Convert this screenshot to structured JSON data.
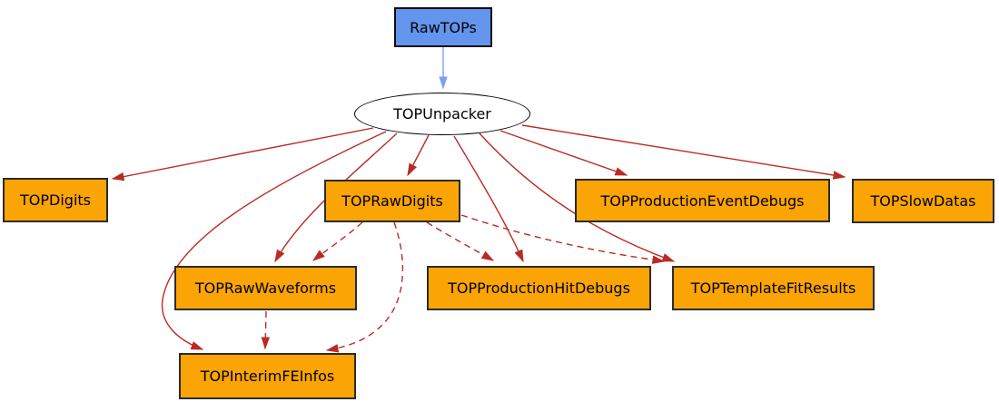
{
  "diagram_type": "dependency-graph",
  "colors": {
    "background": "#ffffff",
    "input_fill": "#6495ed",
    "module_fill": "#ffffff",
    "store_fill": "#fba405",
    "text": "#000000",
    "edge_red": "#ba2b24",
    "edge_blue": "#7d9ff0"
  },
  "nodes": {
    "rawtops": {
      "label": "RawTOPs",
      "shape": "box",
      "role": "input"
    },
    "topunpacker": {
      "label": "TOPUnpacker",
      "shape": "ellipse",
      "role": "module"
    },
    "topdigits": {
      "label": "TOPDigits",
      "shape": "box",
      "role": "store"
    },
    "toprawdigits": {
      "label": "TOPRawDigits",
      "shape": "box",
      "role": "store"
    },
    "topproductioneventdebugs": {
      "label": "TOPProductionEventDebugs",
      "shape": "box",
      "role": "store"
    },
    "topslowdatas": {
      "label": "TOPSlowDatas",
      "shape": "box",
      "role": "store"
    },
    "toprawwaveforms": {
      "label": "TOPRawWaveforms",
      "shape": "box",
      "role": "store"
    },
    "topproductionhitdebugs": {
      "label": "TOPProductionHitDebugs",
      "shape": "box",
      "role": "store"
    },
    "toptemplatefitresults": {
      "label": "TOPTemplateFitResults",
      "shape": "box",
      "role": "store"
    },
    "topinterimfeinfos": {
      "label": "TOPInterimFEInfos",
      "shape": "box",
      "role": "store"
    }
  },
  "edges": [
    {
      "from": "rawtops",
      "to": "topunpacker",
      "style": "solid",
      "color": "edge_blue"
    },
    {
      "from": "topunpacker",
      "to": "topdigits",
      "style": "solid",
      "color": "edge_red"
    },
    {
      "from": "topunpacker",
      "to": "toprawdigits",
      "style": "solid",
      "color": "edge_red"
    },
    {
      "from": "topunpacker",
      "to": "toprawwaveforms",
      "style": "solid",
      "color": "edge_red"
    },
    {
      "from": "topunpacker",
      "to": "topinterimfeinfos",
      "style": "solid",
      "color": "edge_red"
    },
    {
      "from": "topunpacker",
      "to": "topproductionhitdebugs",
      "style": "solid",
      "color": "edge_red"
    },
    {
      "from": "topunpacker",
      "to": "toptemplatefitresults",
      "style": "solid",
      "color": "edge_red"
    },
    {
      "from": "topunpacker",
      "to": "topproductioneventdebugs",
      "style": "solid",
      "color": "edge_red"
    },
    {
      "from": "topunpacker",
      "to": "topslowdatas",
      "style": "solid",
      "color": "edge_red"
    },
    {
      "from": "toprawdigits",
      "to": "toprawwaveforms",
      "style": "dashed",
      "color": "edge_red"
    },
    {
      "from": "toprawdigits",
      "to": "topproductionhitdebugs",
      "style": "dashed",
      "color": "edge_red"
    },
    {
      "from": "toprawdigits",
      "to": "toptemplatefitresults",
      "style": "dashed",
      "color": "edge_red"
    },
    {
      "from": "toprawdigits",
      "to": "topinterimfeinfos",
      "style": "dashed",
      "color": "edge_red"
    },
    {
      "from": "toprawwaveforms",
      "to": "topinterimfeinfos",
      "style": "dashed",
      "color": "edge_red"
    }
  ]
}
